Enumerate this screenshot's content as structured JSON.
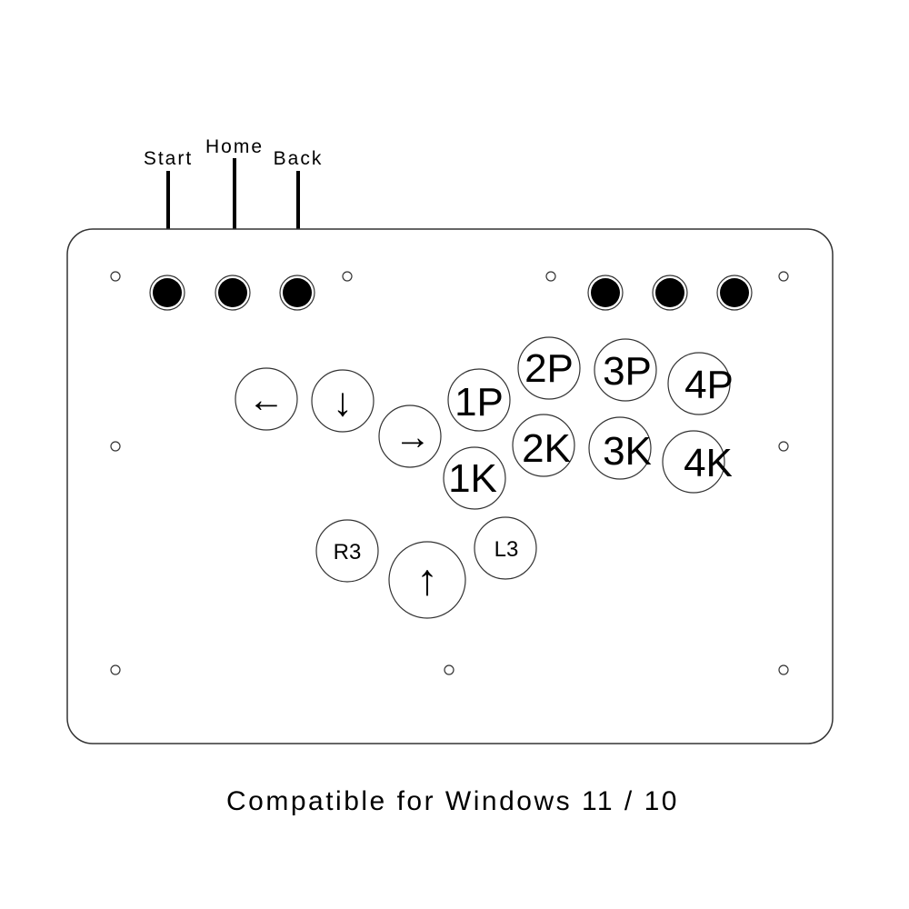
{
  "labels": {
    "start": "Start",
    "home": "Home",
    "back": "Back"
  },
  "buttons": {
    "left": "←",
    "down": "↓",
    "right": "→",
    "up": "↑",
    "p1": "1P",
    "p2": "2P",
    "p3": "3P",
    "p4": "4P",
    "k1": "1K",
    "k2": "2K",
    "k3": "3K",
    "k4": "4K",
    "r3": "R3",
    "l3": "L3"
  },
  "caption": "Compatible for Windows 11 / 10",
  "colors": {
    "outline": "#333333",
    "button_fill": "#ffffff",
    "small_button_fill": "#000000",
    "text": "#000000"
  }
}
